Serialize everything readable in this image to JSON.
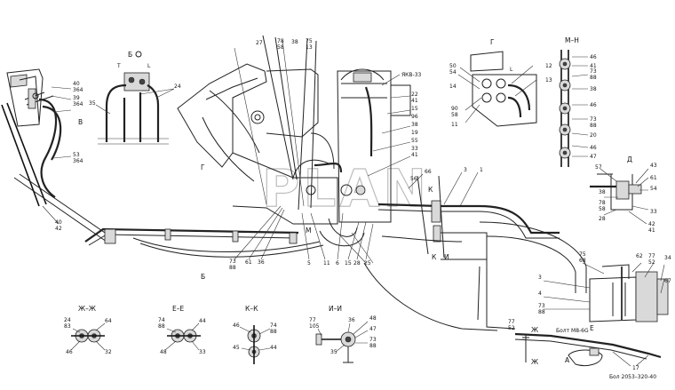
{
  "watermark": "PLAN",
  "view_titles": {
    "b_circle": "Б",
    "g": "Г",
    "m_n": "М–Н",
    "d": "Д",
    "b1": "Б",
    "zh_zh": "Ж–Ж",
    "e_e": "Е–Е",
    "k_k": "К–К",
    "i_i": "И–И"
  },
  "notes": {
    "yk_ref": "ЯКВ-33",
    "bolt_top": "Болт М8-6G",
    "bolt_bottom": "Бол 2053–320-40"
  },
  "section_marks": {
    "g_mark": "Г",
    "k_upper": "К",
    "k_lower": "К",
    "i_lower": "И",
    "m_mark": "М",
    "zh_upper": "Ж",
    "zh_lower": "Ж",
    "e_mark": "Е",
    "a_mark": "А"
  },
  "callouts": {
    "left_top_1": "40",
    "left_top_1b": "364",
    "left_top_2": "39",
    "left_top_2b": "364",
    "left_b": "В",
    "left_mid": "53",
    "left_midb": "364",
    "left_bot": "40",
    "left_botb": "42",
    "b_24": "24",
    "b_35": "35",
    "b_t": "T",
    "b_l": "L",
    "center_27": "27",
    "center_78": "78",
    "center_78b": "58",
    "center_38": "38",
    "center_75": "75",
    "center_75b": "13",
    "center_22": "22",
    "center_22b": "41",
    "center_15": "15",
    "center_96": "96",
    "center_38b": "38",
    "center_19": "19",
    "center_55": "55",
    "center_33": "33",
    "center_33b": "41",
    "center_66": "66",
    "center_56": "56",
    "center_3": "3",
    "center_1": "1",
    "bot_73": "73",
    "bot_73b": "88",
    "bot_61": "61",
    "bot_36": "36",
    "bot_5": "5",
    "bot_11": "11",
    "bot_6": "6",
    "bot_15": "15",
    "bot_28": "28",
    "bot_25": "25",
    "g_50": "50",
    "g_50b": "54",
    "g_14": "14",
    "g_12": "12",
    "g_13": "13",
    "g_90": "90",
    "g_90b": "58",
    "g_11": "11",
    "g_l": "L",
    "mn_46": "46",
    "mn_41": "41",
    "mn_73": "73",
    "mn_73b": "88",
    "mn_38": "38",
    "mn_46b": "46",
    "mn_73c": "73",
    "mn_73d": "88",
    "mn_20": "20",
    "mn_46c": "46",
    "mn_47": "47",
    "d_57": "57",
    "d_43": "43",
    "d_61": "61",
    "d_54": "54",
    "d_38": "38",
    "d_78": "78",
    "d_78b": "58",
    "d_33": "33",
    "d_28": "28",
    "d_42": "42",
    "d_42b": "41",
    "r_75": "75",
    "r_75b": "68",
    "r_62": "62",
    "r_77": "77",
    "r_77b": "52",
    "r_34": "34",
    "r_3": "3",
    "r_4": "4",
    "r_73": "73",
    "r_73b": "88",
    "r_67": "67",
    "r_77c": "77",
    "r_77d": "52",
    "r_17": "17",
    "zz_24": "24",
    "zz_24b": "83",
    "zz_64": "64",
    "zz_46": "46",
    "zz_32": "32",
    "ee_74": "74",
    "ee_74b": "88",
    "ee_44": "44",
    "ee_48": "48",
    "ee_33": "33",
    "kk_46": "46",
    "kk_74": "74",
    "kk_74b": "88",
    "kk_45": "45",
    "kk_44": "44",
    "ii_77": "77",
    "ii_77b": "105",
    "ii_36": "36",
    "ii_48": "48",
    "ii_47": "47",
    "ii_73": "73",
    "ii_73b": "88",
    "ii_35": "35"
  }
}
